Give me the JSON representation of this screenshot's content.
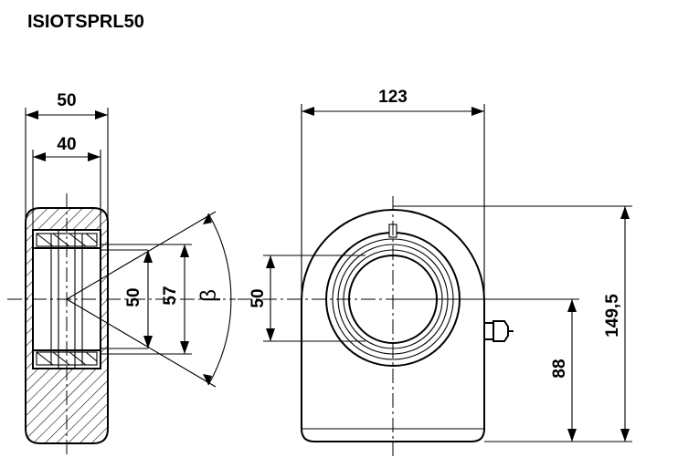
{
  "title": "ISIOTSPRL50",
  "dimensions": {
    "outer_width": "50",
    "inner_width": "40",
    "bore_side": "50",
    "ball_diameter": "57",
    "tilt_angle": "β",
    "bore_front": "50",
    "housing_width": "123",
    "center_height": "88",
    "total_height": "149,5"
  }
}
